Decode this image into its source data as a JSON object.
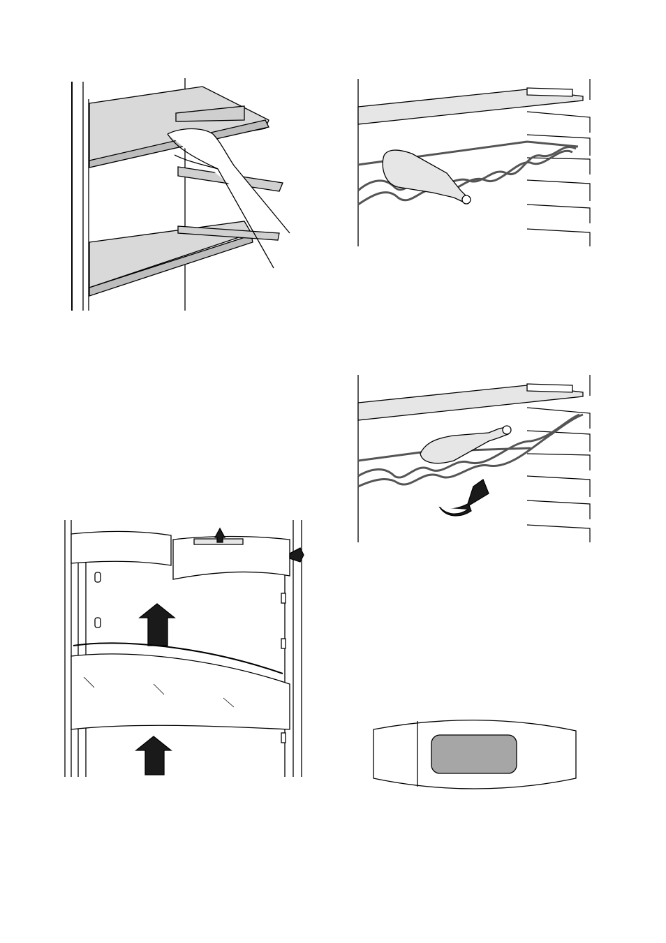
{
  "page": {
    "figures": [
      {
        "id": "shelf-removal"
      },
      {
        "id": "wine-rack-bottle"
      },
      {
        "id": "wine-rack-tilt"
      },
      {
        "id": "door-balconies"
      },
      {
        "id": "butter-compartment"
      }
    ]
  },
  "colors": {
    "line": "#000000",
    "shelf": "#d9d9d9",
    "glass": "#e6e6e6",
    "display": "#a6a6a6",
    "arrow": "#1a1a1a"
  }
}
